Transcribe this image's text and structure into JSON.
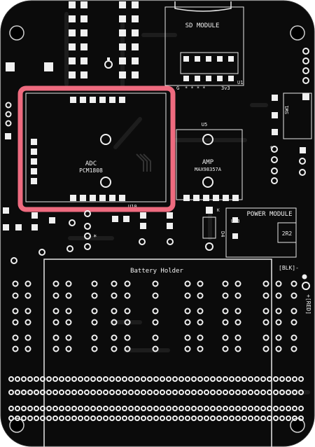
{
  "colors": {
    "board": "#0b0b0b",
    "silk": "#e8e8e8",
    "trace": "#1b1b1b",
    "highlight": "#ee6b7f"
  },
  "labels": {
    "sd_module": "SD MODULE",
    "u1": "U1",
    "g": "G",
    "v33": "3v3",
    "adc": "ADC",
    "pcm": "PCM1808",
    "u10": "U10",
    "u5": "U5",
    "amp": "AMP",
    "max": "MAX98357A",
    "power_module": "POWER MODULE",
    "u13": "U13",
    "r2": "2R2",
    "d4": "D4",
    "k": "K",
    "battery_holder": "Battery Holder",
    "blk": "[BLK]-",
    "red": "+[RED]",
    "sw1": "SW1",
    "star": "*"
  },
  "highlight": {
    "label": "ADC PCM1808 module",
    "shape": "rounded-rectangle"
  }
}
